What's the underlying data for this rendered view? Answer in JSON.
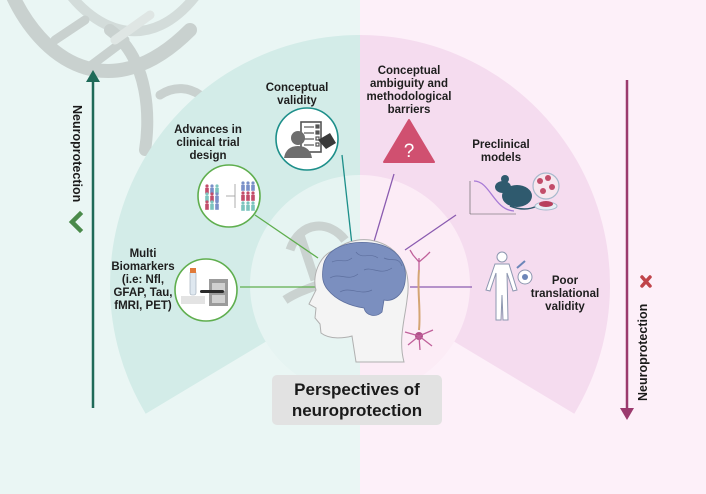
{
  "title": "Perspectives of\nneuroprotection",
  "colors": {
    "left_bg": "#eaf6f4",
    "right_bg": "#fdf0f9",
    "left_fan": "#d3ece8",
    "right_fan": "#f5dcef",
    "inner_left": "#e6f4f2",
    "inner_right": "#fcecf6",
    "green_arrow": "#1f6a58",
    "magenta_arrow": "#9b3a6e",
    "check": "#4a8a4a",
    "cross": "#c0444a",
    "green_ring": "#5fae4e",
    "teal_ring": "#1d8f8a",
    "purple_line": "#8a5bb0",
    "warning_triangle": "#d05070",
    "brain": "#7b8fbf",
    "dna": "#c9d1cf"
  },
  "left_axis": {
    "label": "Neuroprotection",
    "indicator": "check-mark",
    "direction": "up"
  },
  "right_axis": {
    "label": "Neuroprotection",
    "indicator": "cross-mark",
    "direction": "down"
  },
  "positive_factors": [
    {
      "id": "biomarkers",
      "label": "Multi\nBiomarkers\n(i.e: Nfl,\nGFAP, Tau,\nfMRI, PET)",
      "icon": "lab-tube-and-scanner-icon"
    },
    {
      "id": "clinical-trial",
      "label": "Advances in\nclinical trial\ndesign",
      "icon": "patient-randomization-icon"
    },
    {
      "id": "conceptual-validity",
      "label": "Conceptual\nvalidity",
      "icon": "person-checklist-icon"
    }
  ],
  "negative_factors": [
    {
      "id": "ambiguity",
      "label": "Conceptual\nambiguity and\nmethodological\nbarriers",
      "icon": "warning-question-icon"
    },
    {
      "id": "preclinical",
      "label": "Preclinical\nmodels",
      "icon": "mouse-cells-curve-icon"
    },
    {
      "id": "translational",
      "label": "Poor\ntranslational\nvalidity",
      "icon": "human-injection-icon"
    }
  ]
}
